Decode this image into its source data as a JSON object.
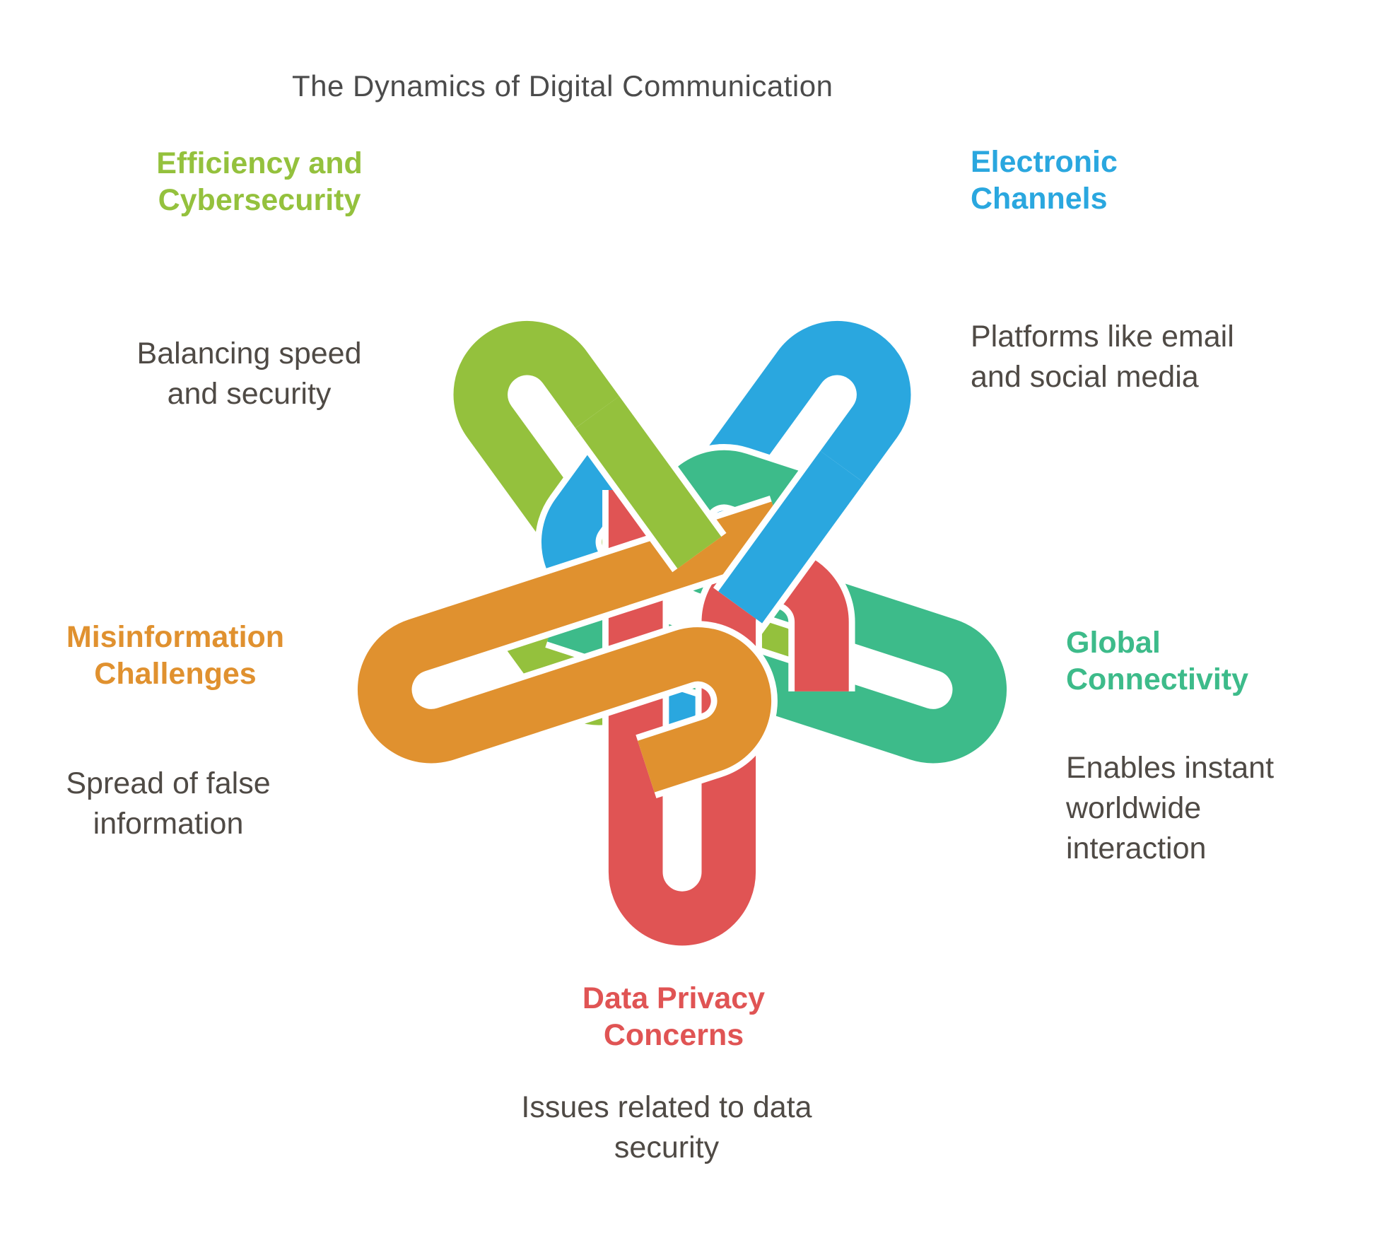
{
  "title": "The Dynamics of Digital Communication",
  "colors": {
    "title_text": "#4b4b4b",
    "body_text": "#4f4a45",
    "background": "#ffffff"
  },
  "sections": [
    {
      "id": "efficiency-and-cybersecurity",
      "heading": "Efficiency and Cybersecurity",
      "description": "Balancing speed and security",
      "color": "#94c13d"
    },
    {
      "id": "electronic-channels",
      "heading": "Electronic Channels",
      "description": "Platforms like email and social media",
      "color": "#2aa7df"
    },
    {
      "id": "global-connectivity",
      "heading": "Global Connectivity",
      "description": "Enables instant worldwide interaction",
      "color": "#3dbb8a"
    },
    {
      "id": "data-privacy-concerns",
      "heading": "Data Privacy Concerns",
      "description": "Issues related to data security",
      "color": "#e05454"
    },
    {
      "id": "misinformation-challenges",
      "heading": "Misinformation Challenges",
      "description": "Spread of false information",
      "color": "#e0912f"
    }
  ]
}
